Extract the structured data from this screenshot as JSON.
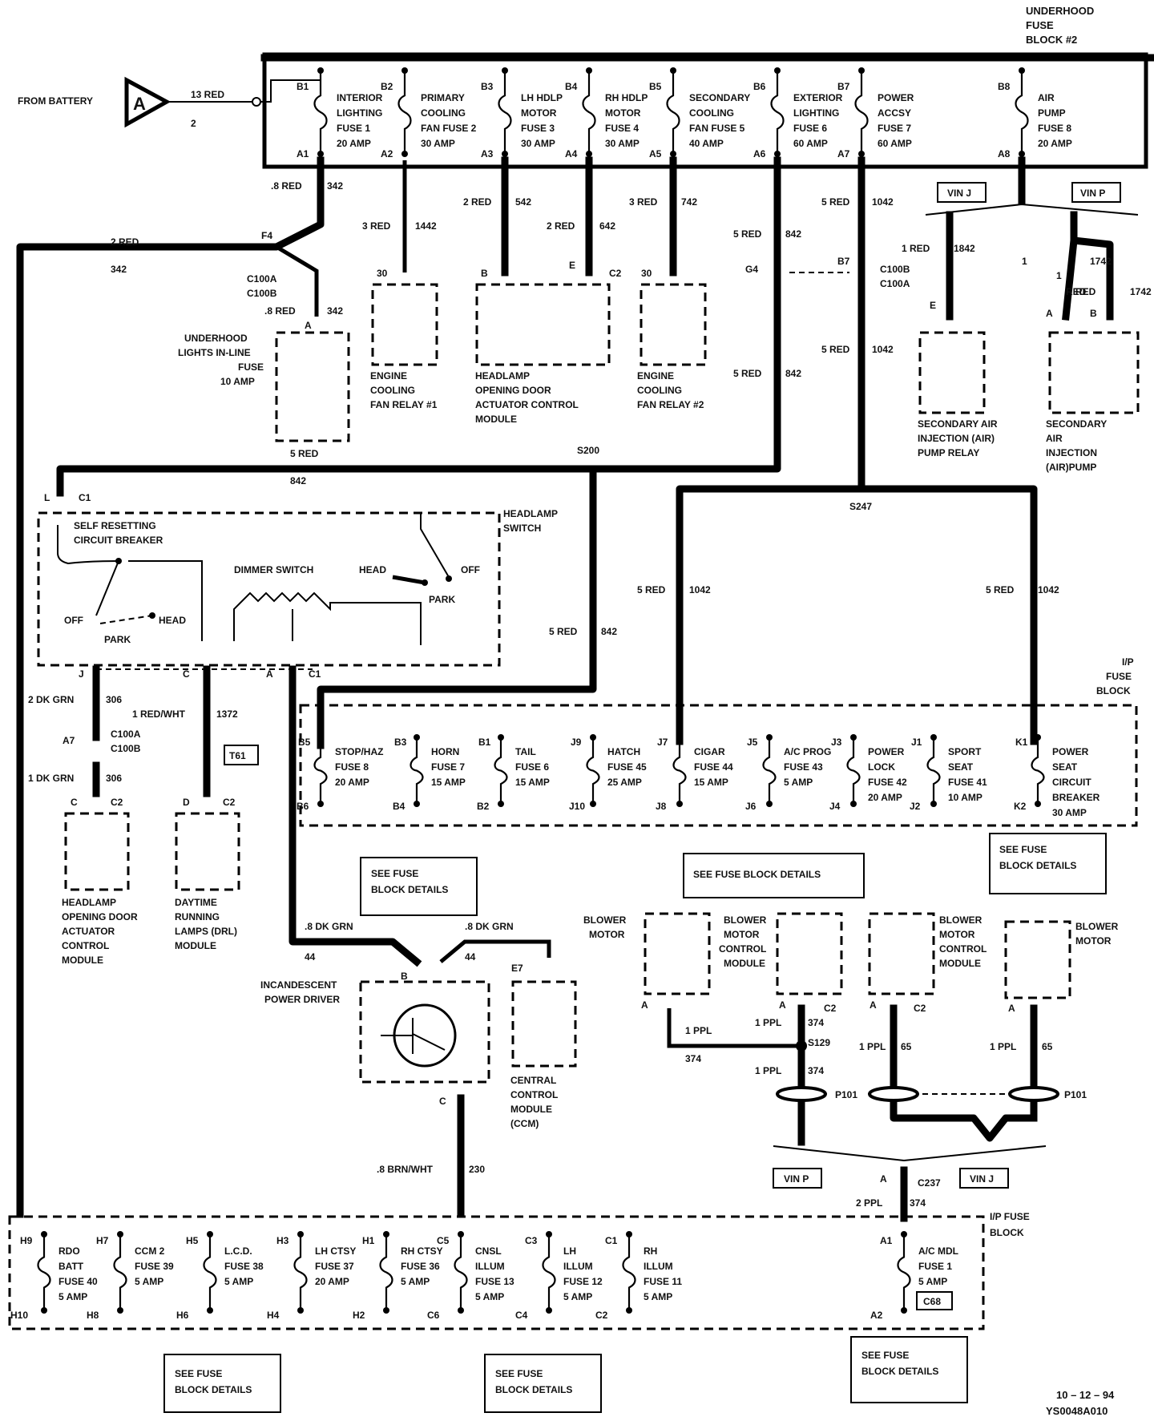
{
  "underhood_block": {
    "title": [
      "UNDERHOOD",
      "FUSE",
      "BLOCK #2"
    ],
    "source_label": "FROM BATTERY",
    "connector": "A",
    "wire_gauge": "13 RED",
    "wire_circuit": "2",
    "fuses": [
      {
        "top_pin": "B1",
        "bottom_pin": "A1",
        "lines": [
          "INTERIOR",
          "LIGHTING",
          "FUSE 1",
          "20 AMP"
        ]
      },
      {
        "top_pin": "B2",
        "bottom_pin": "A2",
        "lines": [
          "PRIMARY",
          "COOLING",
          "FAN FUSE 2",
          "30 AMP"
        ]
      },
      {
        "top_pin": "B3",
        "bottom_pin": "A3",
        "lines": [
          "LH HDLP",
          "MOTOR",
          "FUSE 3",
          "30 AMP"
        ]
      },
      {
        "top_pin": "B4",
        "bottom_pin": "A4",
        "lines": [
          "RH HDLP",
          "MOTOR",
          "FUSE 4",
          "30 AMP"
        ]
      },
      {
        "top_pin": "B5",
        "bottom_pin": "A5",
        "lines": [
          "SECONDARY",
          "COOLING",
          "FAN FUSE 5",
          "40 AMP"
        ]
      },
      {
        "top_pin": "B6",
        "bottom_pin": "A6",
        "lines": [
          "EXTERIOR",
          "LIGHTING",
          "FUSE 6",
          "60 AMP"
        ]
      },
      {
        "top_pin": "B7",
        "bottom_pin": "A7",
        "lines": [
          "POWER",
          "ACCSY",
          "FUSE 7",
          "60 AMP"
        ]
      },
      {
        "top_pin": "B8",
        "bottom_pin": "A8",
        "lines": [
          "AIR",
          "PUMP",
          "FUSE 8",
          "20 AMP"
        ]
      }
    ]
  },
  "wire_labels": [
    ".8 RED",
    "342",
    "2 RED",
    "342",
    "F4",
    "C100A",
    "C100B",
    ".8 RED",
    "342",
    "3 RED",
    "1442",
    "2 RED",
    "542",
    "2 RED",
    "642",
    "3 RED",
    "742",
    "5 RED",
    "842",
    "G4",
    "B7",
    "C100B",
    "C100A",
    "5 RED",
    "1042",
    "5 RED",
    "1042",
    "5 RED",
    "842",
    "1 RED",
    "1842",
    "1",
    "RED",
    "1742",
    "1",
    "RED",
    "1742",
    "5 RED",
    "842",
    "S200",
    "S247",
    "5 RED",
    "1042",
    "5 RED",
    "1042",
    "5 RED",
    "842",
    "2 DK GRN",
    "306",
    "1 DK GRN",
    "306",
    "1 RED/WHT",
    "1372",
    ".8 DK GRN",
    "44",
    ".8 DK GRN",
    "44",
    ".8 BRN/WHT",
    "230",
    "1 PPL",
    "374",
    "1 PPL",
    "374",
    "1 PPL",
    "374",
    "S129",
    "1 PPL",
    "65",
    "1 PPL",
    "65",
    "2 PPL",
    "374"
  ],
  "vin_labels": [
    "VIN J",
    "VIN P",
    "VIN P",
    "VIN J"
  ],
  "components": {
    "fan_relay_1": {
      "pin": "30",
      "lines": [
        "ENGINE",
        "COOLING",
        "FAN  RELAY  #1"
      ]
    },
    "headlamp_module_top": {
      "pins": [
        "B",
        "E",
        "C2"
      ],
      "lines": [
        "HEADLAMP",
        "OPENING  DOOR",
        "ACTUATOR  CONTROL",
        "MODULE"
      ]
    },
    "fan_relay_2": {
      "pin": "30",
      "lines": [
        "ENGINE",
        "COOLING",
        "FAN  RELAY  #2"
      ]
    },
    "air_relay": {
      "pin": "E",
      "lines": [
        "SECONDARY AIR",
        "INJECTION (AIR)",
        "PUMP RELAY"
      ]
    },
    "air_pump": {
      "pins": [
        "A",
        "B"
      ],
      "lines": [
        "SECONDARY",
        "AIR",
        "INJECTION",
        "(AIR)PUMP"
      ]
    },
    "lights_fuse": {
      "pin": "A",
      "lines": [
        "UNDERHOOD",
        "LIGHTS IN-LINE",
        "FUSE",
        "10 AMP"
      ]
    },
    "headlamp_switch": {
      "title": [
        "HEADLAMP",
        "SWITCH"
      ],
      "connector": "L",
      "connector_id": "C1",
      "breaker": [
        "SELF RESETTING",
        "CIRCUIT BREAKER"
      ],
      "dimmer": "DIMMER SWITCH",
      "positions": [
        "OFF",
        "PARK",
        "HEAD",
        "HEAD",
        "OFF",
        "PARK"
      ],
      "bottom_pins": [
        "J",
        "C",
        "A",
        "C1"
      ]
    },
    "headlamp_module_left": {
      "pin": "C",
      "connector": "C2",
      "lines": [
        "HEADLAMP",
        "OPENING  DOOR",
        "ACTUATOR",
        "CONTROL",
        "MODULE"
      ]
    },
    "drl_module": {
      "pin": "D",
      "connector": "C2",
      "lines": [
        "DAYTIME",
        "RUNNING",
        "LAMPS (DRL)",
        "MODULE"
      ]
    },
    "connector_a7": {
      "pin": "A7",
      "ids": [
        "C100A",
        "C100B"
      ]
    },
    "ref_box": "T61",
    "power_driver": {
      "pins": [
        "B",
        "C"
      ],
      "lines": [
        "INCANDESCENT",
        "POWER DRIVER"
      ]
    },
    "ccm": {
      "pin": "E7",
      "lines": [
        "CENTRAL",
        "CONTROL",
        "MODULE",
        "(CCM)"
      ]
    },
    "blower_motor_1": {
      "pin": "A",
      "lines": [
        "BLOWER",
        "MOTOR"
      ]
    },
    "blower_ctrl_1": {
      "pin": "A",
      "connector": "C2",
      "lines": [
        "BLOWER",
        "MOTOR",
        "CONTROL",
        "MODULE"
      ]
    },
    "blower_ctrl_2": {
      "pin": "A",
      "connector": "C2",
      "lines": [
        "BLOWER",
        "MOTOR",
        "CONTROL",
        "MODULE"
      ]
    },
    "blower_motor_2": {
      "pin": "A",
      "lines": [
        "BLOWER",
        "MOTOR"
      ]
    },
    "p101": [
      "P101",
      "P101"
    ],
    "c237": {
      "pin": "A",
      "id": "C237"
    }
  },
  "ip_fuse_block_upper": {
    "title": [
      "I/P",
      "FUSE",
      "BLOCK"
    ],
    "fuses": [
      {
        "top": "B5",
        "bottom": "B6",
        "lines": [
          "STOP/HAZ",
          "FUSE 8",
          "20 AMP"
        ]
      },
      {
        "top": "B3",
        "bottom": "B4",
        "lines": [
          "HORN",
          "FUSE 7",
          "15 AMP"
        ]
      },
      {
        "top": "B1",
        "bottom": "B2",
        "lines": [
          "TAIL",
          "FUSE 6",
          "15 AMP"
        ]
      },
      {
        "top": "J9",
        "bottom": "J10",
        "lines": [
          "HATCH",
          "FUSE 45",
          "25 AMP"
        ]
      },
      {
        "top": "J7",
        "bottom": "J8",
        "lines": [
          "CIGAR",
          "FUSE 44",
          "15 AMP"
        ]
      },
      {
        "top": "J5",
        "bottom": "J6",
        "lines": [
          "A/C  PROG",
          "FUSE 43",
          "5 AMP"
        ]
      },
      {
        "top": "J3",
        "bottom": "J4",
        "lines": [
          "POWER",
          "LOCK",
          "FUSE 42",
          "20 AMP"
        ]
      },
      {
        "top": "J1",
        "bottom": "J2",
        "lines": [
          "SPORT",
          "SEAT",
          "FUSE 41",
          "10 AMP"
        ]
      },
      {
        "top": "K1",
        "bottom": "K2",
        "lines": [
          "POWER",
          "SEAT",
          "CIRCUIT",
          "BREAKER",
          "30 AMP"
        ]
      }
    ]
  },
  "ip_fuse_block_lower": {
    "title": [
      "I/P FUSE",
      "BLOCK"
    ],
    "fuses": [
      {
        "top": "H9",
        "bottom": "H10",
        "lines": [
          "RDO",
          "BATT",
          "FUSE 40",
          "5 AMP"
        ]
      },
      {
        "top": "H7",
        "bottom": "H8",
        "lines": [
          "CCM 2",
          "FUSE 39",
          "5 AMP"
        ]
      },
      {
        "top": "H5",
        "bottom": "H6",
        "lines": [
          "L.C.D.",
          "FUSE 38",
          "5 AMP"
        ]
      },
      {
        "top": "H3",
        "bottom": "H4",
        "lines": [
          "LH CTSY",
          "FUSE 37",
          "20 AMP"
        ]
      },
      {
        "top": "H1",
        "bottom": "H2",
        "lines": [
          "RH CTSY",
          "FUSE 36",
          "5 AMP"
        ]
      },
      {
        "top": "C5",
        "bottom": "C6",
        "lines": [
          "CNSL",
          "ILLUM",
          "FUSE 13",
          "5 AMP"
        ]
      },
      {
        "top": "C3",
        "bottom": "C4",
        "lines": [
          "LH",
          "ILLUM",
          "FUSE 12",
          "5 AMP"
        ]
      },
      {
        "top": "C1",
        "bottom": "C2",
        "lines": [
          "RH",
          "ILLUM",
          "FUSE 11",
          "5 AMP"
        ]
      },
      {
        "top": "A1",
        "bottom": "A2",
        "lines": [
          "A/C MDL",
          "FUSE 1",
          "5 AMP"
        ],
        "ref": "C68"
      }
    ]
  },
  "see_details": [
    [
      "SEE FUSE",
      "BLOCK DETAILS"
    ],
    [
      "SEE FUSE BLOCK DETAILS"
    ],
    [
      "SEE FUSE",
      "BLOCK DETAILS"
    ],
    [
      "SEE FUSE",
      "BLOCK DETAILS"
    ],
    [
      "SEE FUSE",
      "BLOCK DETAILS"
    ],
    [
      "SEE FUSE",
      "BLOCK DETAILS"
    ]
  ],
  "footer": {
    "date": "10 – 12 – 94",
    "code": "YS0048A010"
  }
}
